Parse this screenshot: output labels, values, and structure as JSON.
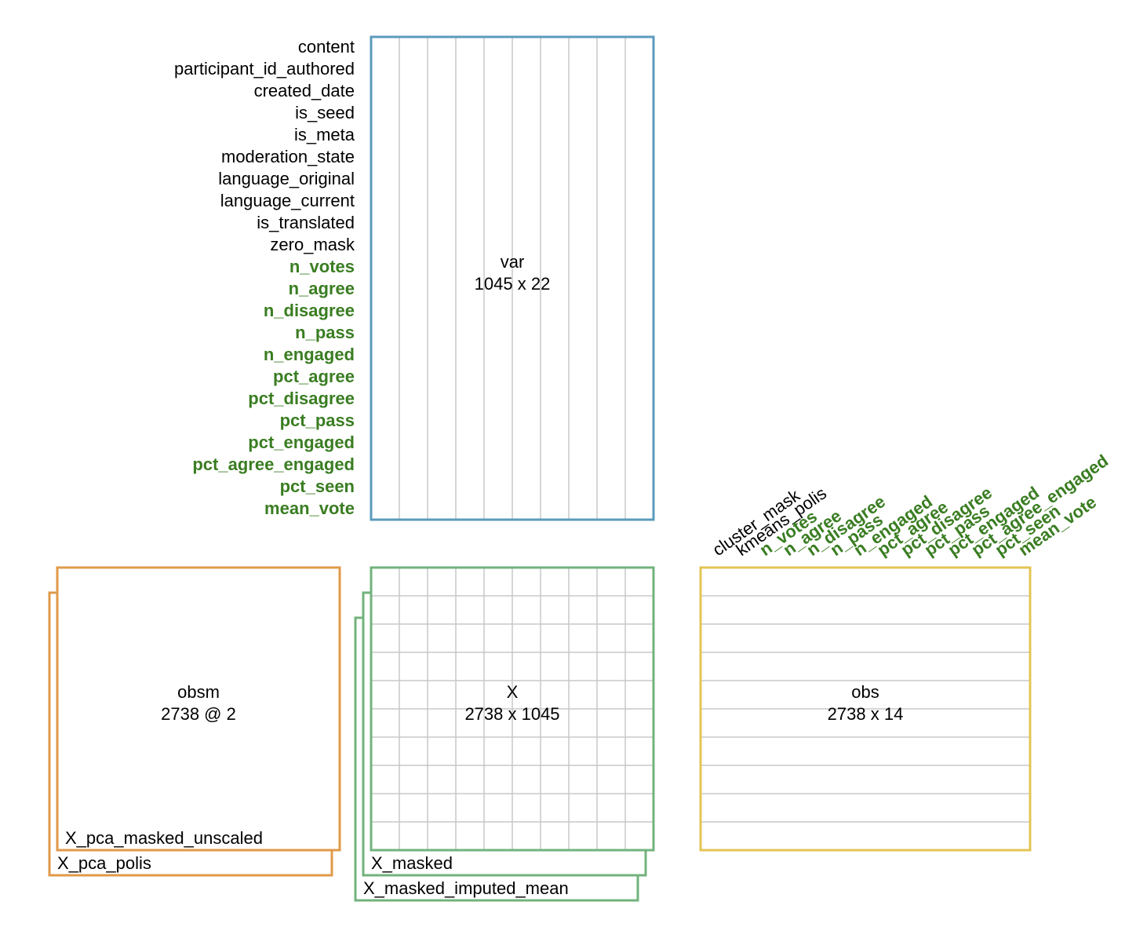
{
  "colors": {
    "var_border": "#5b9bbd",
    "x_border": "#72b37c",
    "obsm_border": "#e09a4a",
    "obs_border": "#e3c455",
    "grid": "#c8c8c8",
    "text": "#000000",
    "highlight": "#3a7d22"
  },
  "var": {
    "name": "var",
    "shape": "1045 x 22",
    "columns": [
      {
        "label": "content",
        "highlight": false
      },
      {
        "label": "participant_id_authored",
        "highlight": false
      },
      {
        "label": "created_date",
        "highlight": false
      },
      {
        "label": "is_seed",
        "highlight": false
      },
      {
        "label": "is_meta",
        "highlight": false
      },
      {
        "label": "moderation_state",
        "highlight": false
      },
      {
        "label": "language_original",
        "highlight": false
      },
      {
        "label": "language_current",
        "highlight": false
      },
      {
        "label": "is_translated",
        "highlight": false
      },
      {
        "label": "zero_mask",
        "highlight": false
      },
      {
        "label": "n_votes",
        "highlight": true
      },
      {
        "label": "n_agree",
        "highlight": true
      },
      {
        "label": "n_disagree",
        "highlight": true
      },
      {
        "label": "n_pass",
        "highlight": true
      },
      {
        "label": "n_engaged",
        "highlight": true
      },
      {
        "label": "pct_agree",
        "highlight": true
      },
      {
        "label": "pct_disagree",
        "highlight": true
      },
      {
        "label": "pct_pass",
        "highlight": true
      },
      {
        "label": "pct_engaged",
        "highlight": true
      },
      {
        "label": "pct_agree_engaged",
        "highlight": true
      },
      {
        "label": "pct_seen",
        "highlight": true
      },
      {
        "label": "mean_vote",
        "highlight": true
      }
    ]
  },
  "obs": {
    "name": "obs",
    "shape": "2738 x 14",
    "columns": [
      {
        "label": "cluster_mask",
        "highlight": false
      },
      {
        "label": "kmeans_polis",
        "highlight": false
      },
      {
        "label": "n_votes",
        "highlight": true
      },
      {
        "label": "n_agree",
        "highlight": true
      },
      {
        "label": "n_disagree",
        "highlight": true
      },
      {
        "label": "n_pass",
        "highlight": true
      },
      {
        "label": "n_engaged",
        "highlight": true
      },
      {
        "label": "pct_agree",
        "highlight": true
      },
      {
        "label": "pct_disagree",
        "highlight": true
      },
      {
        "label": "pct_pass",
        "highlight": true
      },
      {
        "label": "pct_engaged",
        "highlight": true
      },
      {
        "label": "pct_agree_engaged",
        "highlight": true
      },
      {
        "label": "pct_seen",
        "highlight": true
      },
      {
        "label": "mean_vote",
        "highlight": true
      }
    ]
  },
  "X": {
    "name": "X",
    "shape": "2738 x 1045",
    "layers": [
      "X_masked",
      "X_masked_imputed_mean"
    ]
  },
  "obsm": {
    "name": "obsm",
    "shape": "2738 @ 2",
    "keys": [
      "X_pca_masked_unscaled",
      "X_pca_polis"
    ]
  }
}
